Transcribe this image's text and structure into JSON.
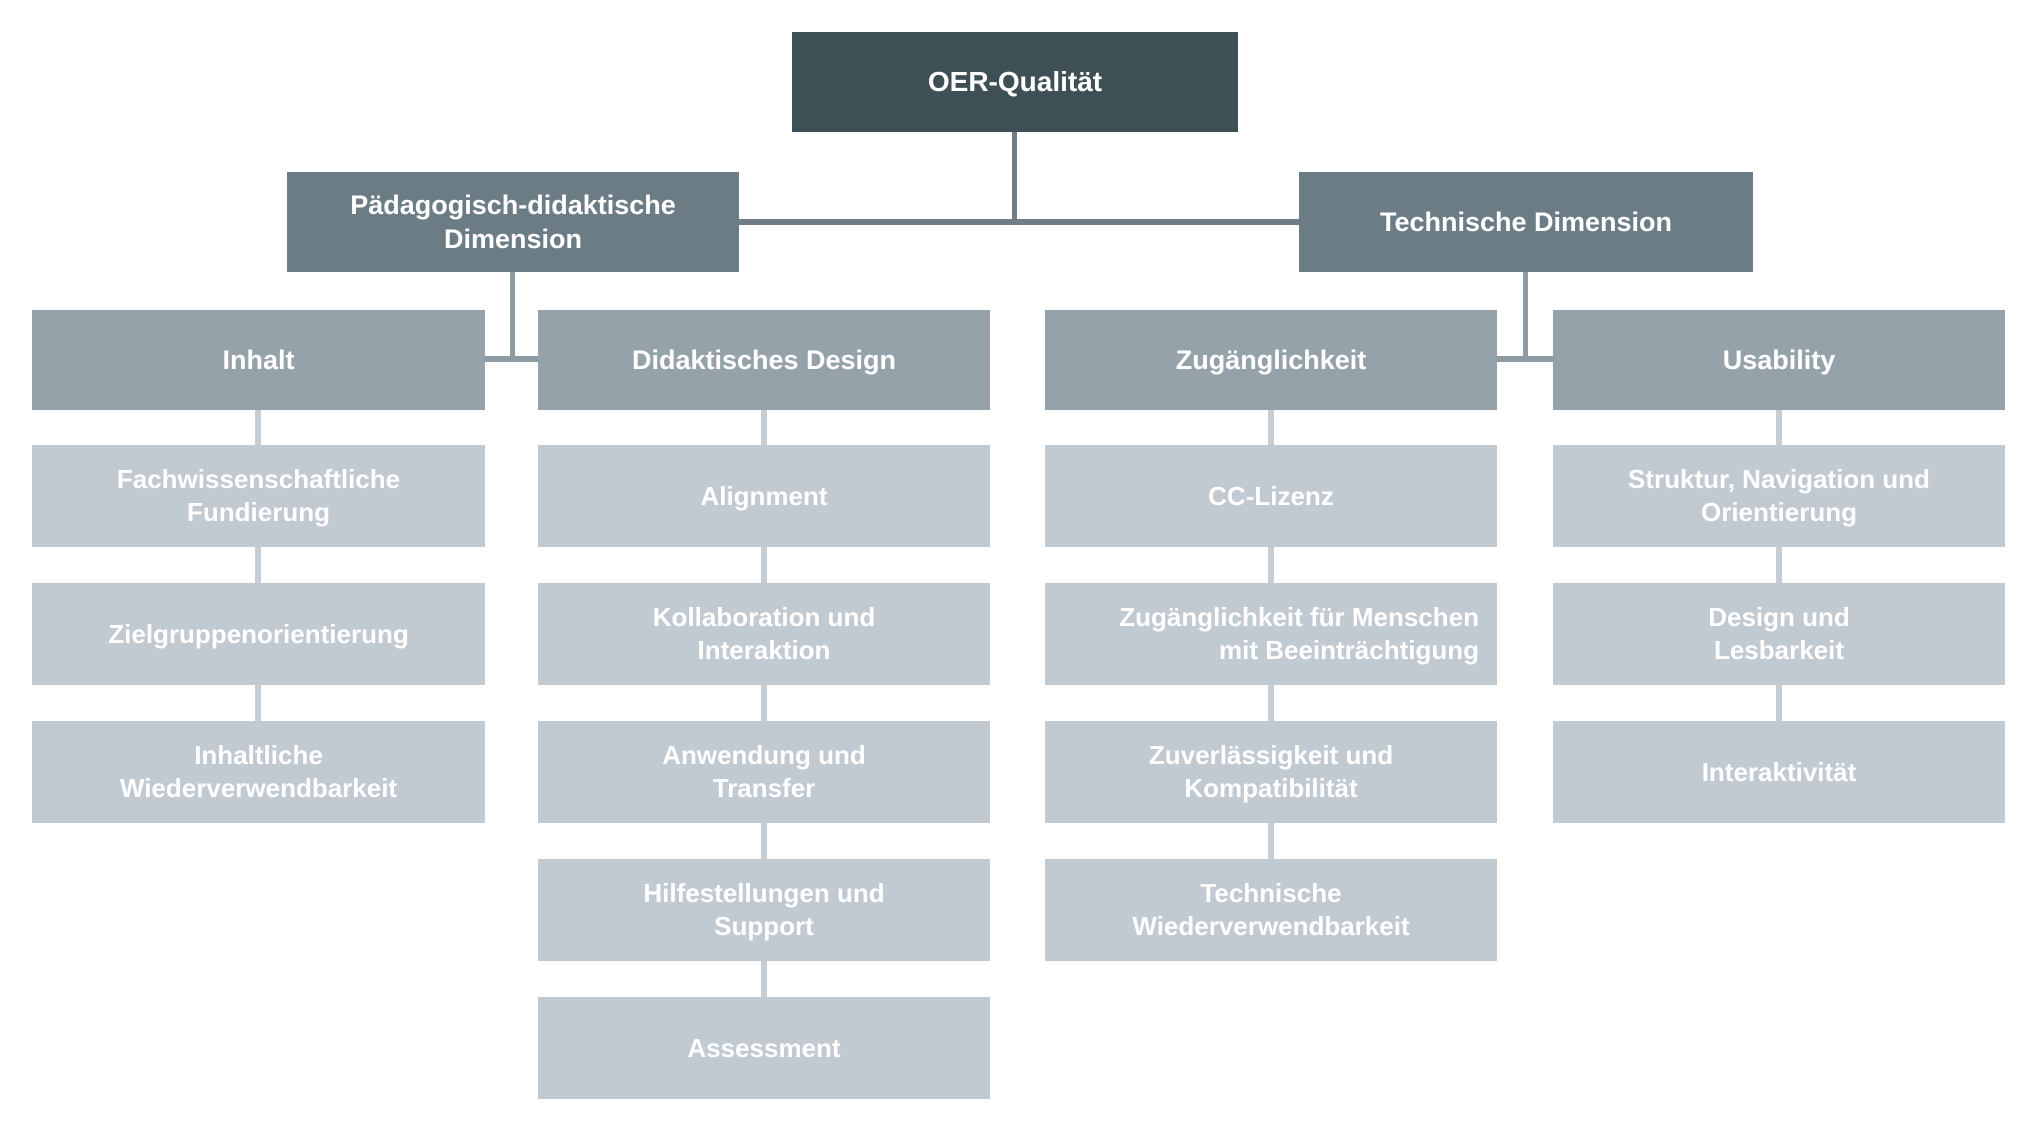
{
  "diagram": {
    "title": "OER-Qualität",
    "colors": {
      "root": "#3E4F55",
      "dimension": "#6C7C85",
      "category": "#96A2AA",
      "item": "#C1C9D1",
      "connector_dark": "#6F7E86",
      "connector_mid": "#8E9BA3",
      "connector_light": "#C6CDD3",
      "text": "#FFFFFF",
      "background": "#FFFFFF"
    },
    "tree": {
      "root": {
        "label": "OER-Qualität"
      },
      "branches": [
        {
          "dimension": {
            "label": "Pädagogisch-didaktische\nDimension"
          },
          "categories": [
            {
              "header": {
                "label": "Inhalt"
              },
              "items": [
                {
                  "label": "Fachwissenschaftliche\nFundierung"
                },
                {
                  "label": "Zielgruppenorientierung"
                },
                {
                  "label": "Inhaltliche\nWiederverwendbarkeit"
                }
              ]
            },
            {
              "header": {
                "label": "Didaktisches Design"
              },
              "items": [
                {
                  "label": "Alignment"
                },
                {
                  "label": "Kollaboration und\nInteraktion"
                },
                {
                  "label": "Anwendung und\nTransfer"
                },
                {
                  "label": "Hilfestellungen und\nSupport"
                },
                {
                  "label": "Assessment"
                }
              ]
            }
          ]
        },
        {
          "dimension": {
            "label": "Technische Dimension"
          },
          "categories": [
            {
              "header": {
                "label": "Zugänglichkeit"
              },
              "items": [
                {
                  "label": "CC-Lizenz"
                },
                {
                  "label": "Zugänglichkeit für Menschen\nmit Beeinträchtigung"
                },
                {
                  "label": "Zuverlässigkeit und\nKompatibilität"
                },
                {
                  "label": "Technische\nWiederverwendbarkeit"
                }
              ]
            },
            {
              "header": {
                "label": "Usability"
              },
              "items": [
                {
                  "label": "Struktur, Navigation und\nOrientierung"
                },
                {
                  "label": "Design und\nLesbarkeit"
                },
                {
                  "label": "Interaktivität"
                }
              ]
            }
          ]
        }
      ]
    }
  }
}
